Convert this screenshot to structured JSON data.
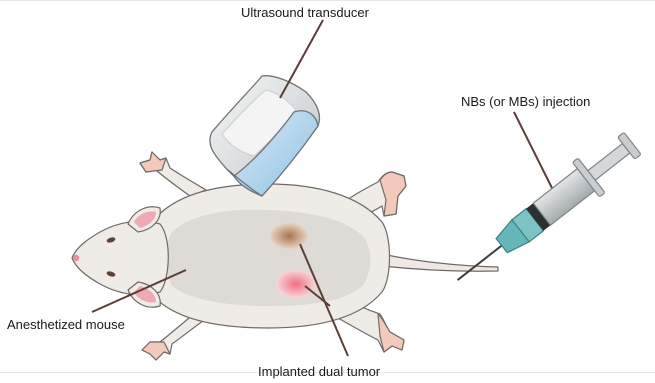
{
  "labels": {
    "transducer": "Ultrasound transducer",
    "injection": "NBs (or MBs) injection",
    "mouse": "Anesthetized mouse",
    "tumor": "Implanted dual tumor"
  },
  "colors": {
    "mouse_body": "#efebe7",
    "mouse_outline": "#6f6a66",
    "body_shadow": "#d9d4cf",
    "paw_pink": "#f2c9bb",
    "ear_pink": "#f0a9b4",
    "tumor_brown": "#b88b68",
    "tumor_pink": "#f29aa4",
    "transducer_gel": "#a9cfe8",
    "syringe_teal": "#63b7b9",
    "syringe_gray": "#b5b9bb",
    "leader_line": "#5a3f36"
  }
}
